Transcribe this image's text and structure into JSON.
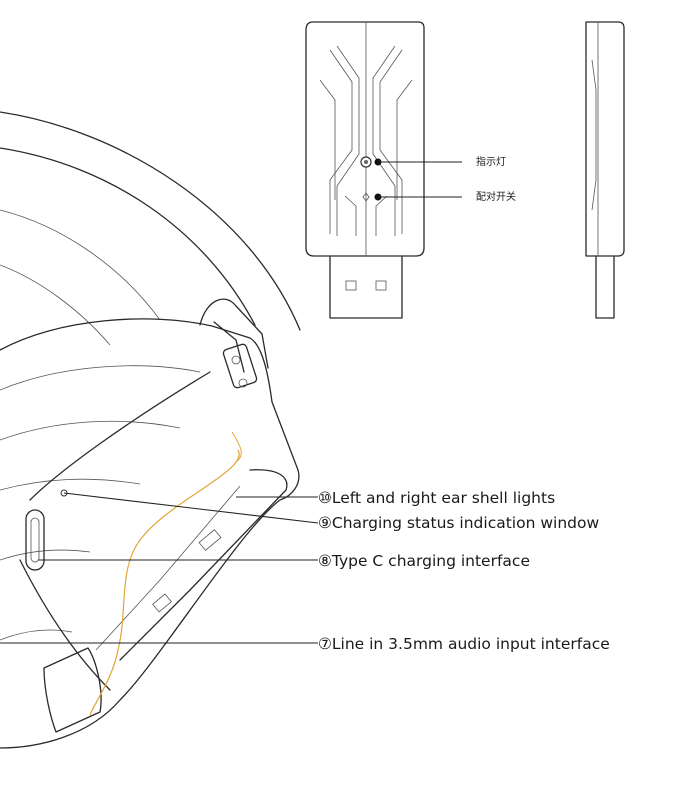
{
  "dongle": {
    "labels": [
      {
        "id": "indicator",
        "text": "指示灯"
      },
      {
        "id": "pair-switch",
        "text": "配对开关"
      }
    ]
  },
  "headset": {
    "callouts": [
      {
        "id": "ear-shell-lights",
        "text": "⑩Left and right ear shell lights"
      },
      {
        "id": "charging-window",
        "text": "⑨Charging status indication window"
      },
      {
        "id": "type-c",
        "text": "⑧Type C charging interface"
      },
      {
        "id": "line-in",
        "text": "⑦Line in 3.5mm audio input interface"
      }
    ]
  },
  "colors": {
    "line": "#2a2a2a",
    "cable": "#e0a63a",
    "background": "#ffffff"
  }
}
